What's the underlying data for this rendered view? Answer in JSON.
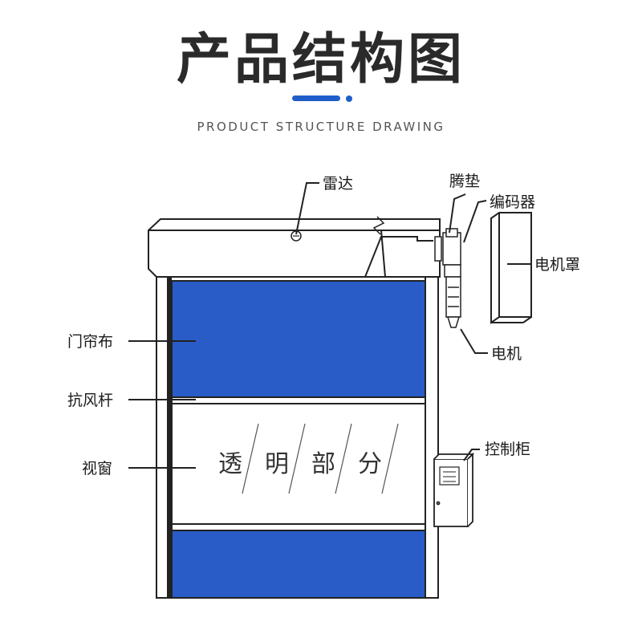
{
  "header": {
    "title": "产品结构图",
    "subtitle": "PRODUCT STRUCTURE DRAWING"
  },
  "colors": {
    "curtain_blue": "#2a5cc8",
    "frame": "#222222",
    "accent": "#1f5ec9"
  },
  "labels": {
    "radar": "雷达",
    "pad": "腾垫",
    "encoder": "编码器",
    "motor_cover": "电机罩",
    "motor": "电机",
    "curtain": "门帘布",
    "wind_bar": "抗风杆",
    "window": "视窗",
    "control_box": "控制柜"
  },
  "window_text": [
    "透",
    "明",
    "部",
    "分"
  ]
}
